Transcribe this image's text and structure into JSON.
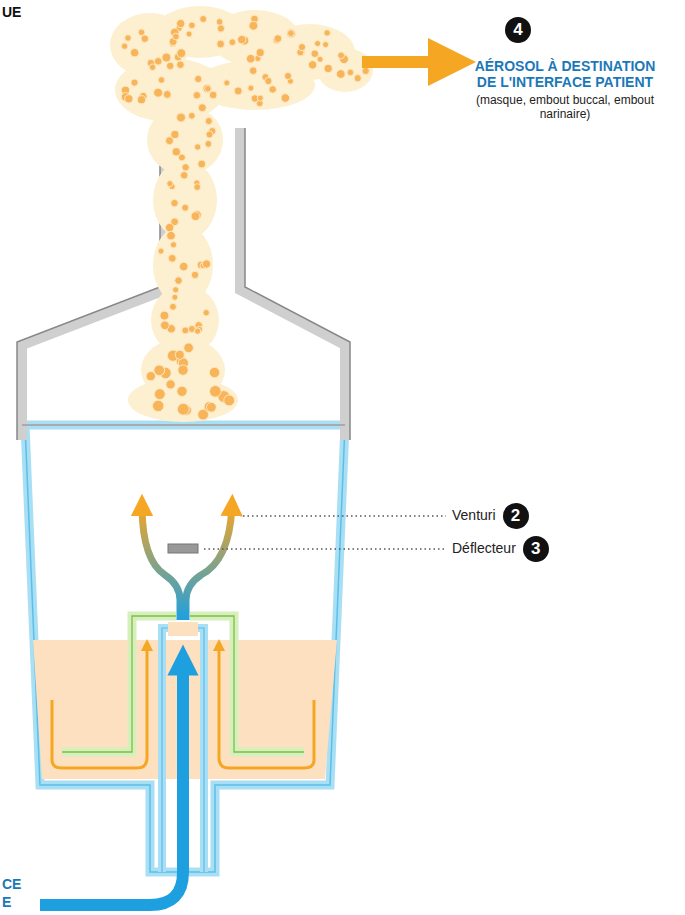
{
  "diagram": {
    "labels": [
      "UE",
      "4",
      "AÉROSOL À DESTINATION DE L'INTERFACE PATIENT",
      "(masque, embout buccal, embout narinaire)",
      "Déflecteur",
      "3",
      "Venturi",
      "2",
      "CE",
      "E"
    ]
  }
}
